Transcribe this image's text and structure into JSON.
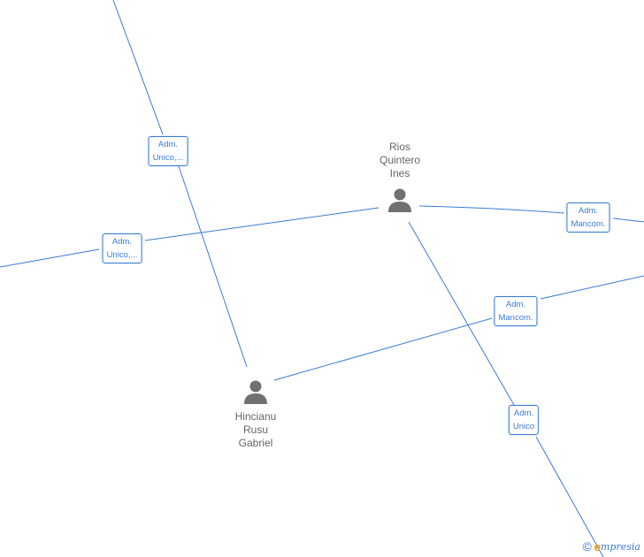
{
  "people": [
    {
      "id": "rios",
      "lines": [
        "Rios",
        "Quintero",
        "Ines"
      ]
    },
    {
      "id": "hincianu",
      "lines": [
        "Hincianu",
        "Rusu",
        "Gabriel"
      ]
    }
  ],
  "roles": [
    {
      "id": "r1",
      "lines": [
        "Adm.",
        "Unico,..."
      ]
    },
    {
      "id": "r2",
      "lines": [
        "Adm.",
        "Unico,..."
      ]
    },
    {
      "id": "r3",
      "lines": [
        "Adm.",
        "Mancom."
      ]
    },
    {
      "id": "r4",
      "lines": [
        "Adm.",
        "Mancom."
      ]
    },
    {
      "id": "r5",
      "lines": [
        "Adm.",
        "Unico"
      ]
    }
  ],
  "brand": {
    "copyright": "©",
    "e": "e",
    "name": "mpresia"
  },
  "colors": {
    "edge": "#3a7bd5",
    "person": "#707070",
    "brand_accent": "#f29400"
  }
}
